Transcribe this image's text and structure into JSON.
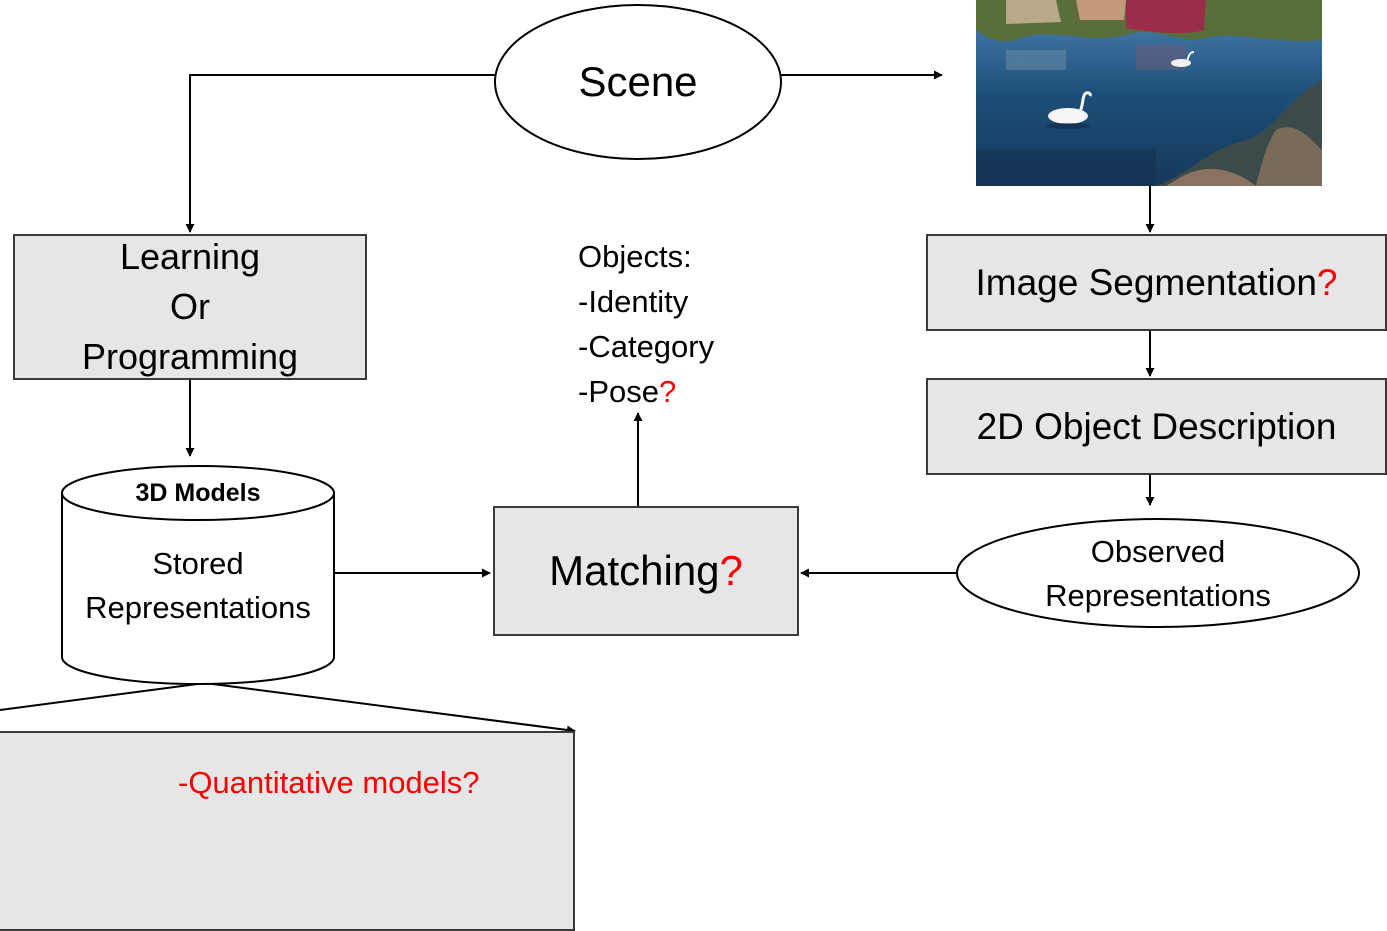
{
  "scene": {
    "label": "Scene"
  },
  "learning": {
    "line1": "Learning",
    "line2": "Or",
    "line3": "Programming"
  },
  "objects": {
    "title": "Objects:",
    "identity": "-Identity",
    "category": "-Category",
    "pose": "-Pose",
    "pose_q": "?"
  },
  "segmentation": {
    "label": "Image Segmentation",
    "q": "?"
  },
  "object_description": {
    "label": "2D Object Description"
  },
  "models": {
    "title": "3D Models",
    "line1": "Stored",
    "line2": "Representations"
  },
  "matching": {
    "label": "Matching",
    "q": "?"
  },
  "observed": {
    "line1": "Observed",
    "line2": "Representations"
  },
  "detail": {
    "quantitative": "-Quantitative models?"
  },
  "colors": {
    "box_fill": "#e6e6e6",
    "question": "#ff0000",
    "water": "#1d4f7a"
  }
}
